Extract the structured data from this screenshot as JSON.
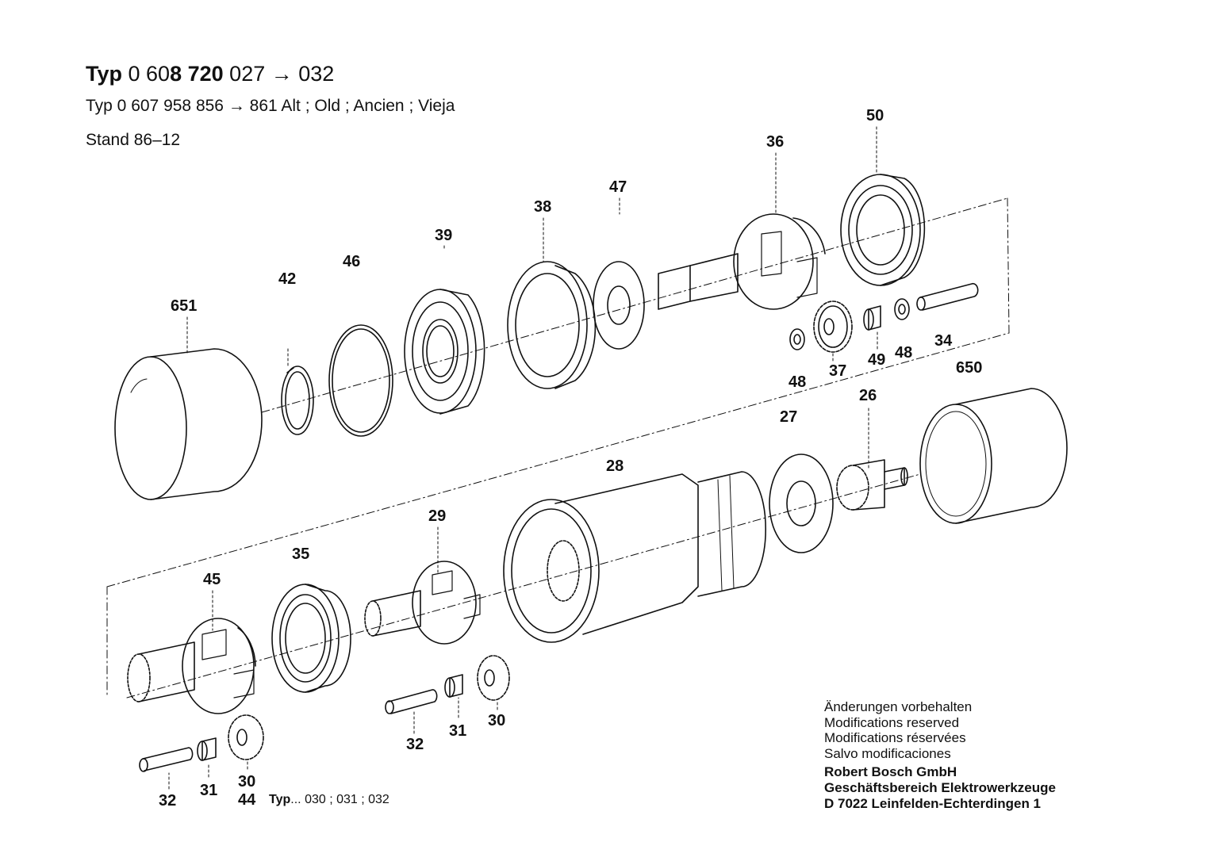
{
  "header": {
    "line1": {
      "typ": "Typ",
      "num1": "0 60",
      "num2": "8 720",
      "num3": "027",
      "arrow": "→",
      "num4": "032"
    },
    "line2": "Typ 0 607 958 856 → 861 Alt ; Old ; Ancien ; Vieja",
    "line3": "Stand 86–12"
  },
  "parts": {
    "p651": "651",
    "p42": "42",
    "p46": "46",
    "p39": "39",
    "p38": "38",
    "p47": "47",
    "p36": "36",
    "p50": "50",
    "p48a": "48",
    "p37": "37",
    "p49": "49",
    "p48b": "48",
    "p34": "34",
    "p650": "650",
    "p27": "27",
    "p26": "26",
    "p28": "28",
    "p29": "29",
    "p35": "35",
    "p45": "45",
    "p32a": "32",
    "p31a": "31",
    "p30a": "30",
    "p32b": "32",
    "p31b": "31",
    "p30b": "30",
    "p44": "44"
  },
  "typ_note": {
    "prefix": "Typ",
    "dots": "...",
    "values": "030 ; 031 ; 032"
  },
  "notes": {
    "de": "Änderungen vorbehalten",
    "en": "Modifications reserved",
    "fr": "Modifications réservées",
    "es": "Salvo modificaciones",
    "company": "Robert Bosch GmbH",
    "division": "Geschäftsbereich Elektrowerkzeuge",
    "address": "D 7022 Leinfelden-Echterdingen 1"
  }
}
